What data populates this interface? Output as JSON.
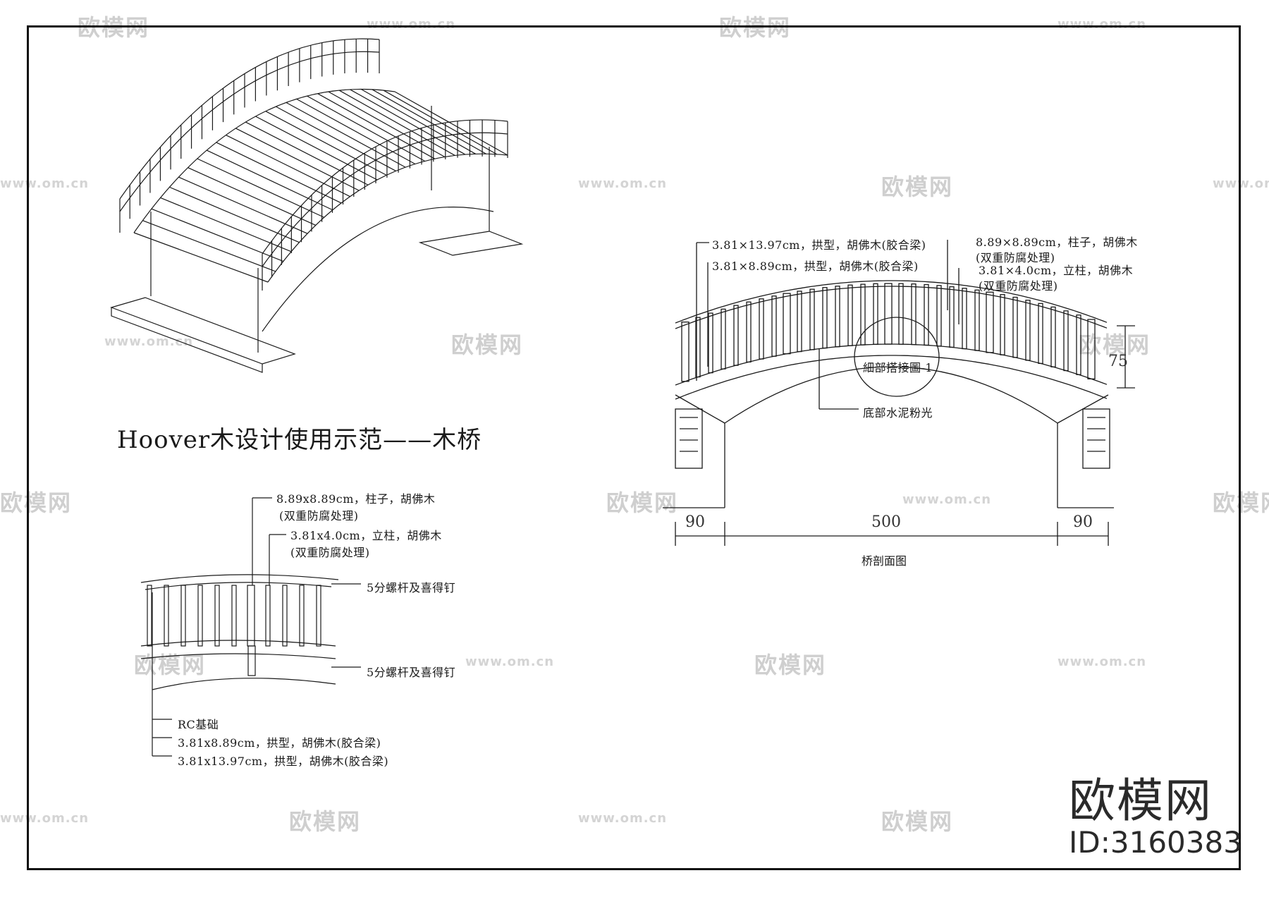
{
  "title": "Hoover木设计使用示范——木桥",
  "section": {
    "labels": {
      "arch_beam_large": "3.81×13.97cm，拱型，胡佛木(胶合梁)",
      "arch_beam_small": "3.81×8.89cm，拱型，胡佛木(胶合梁)",
      "post_main": "8.89×8.89cm，柱子，胡佛木",
      "post_main_note": "(双重防腐处理)",
      "post_small": "3.81×4.0cm，立柱，胡佛木",
      "post_small_note": "(双重防腐处理)",
      "detail_circle": "細部搭接圖-1",
      "cement": "底部水泥粉光",
      "height_dim": "75"
    },
    "dimensions": [
      "90",
      "500",
      "90"
    ],
    "caption": "桥剖面图"
  },
  "detail": {
    "post_main": "8.89x8.89cm，柱子，胡佛木",
    "post_main_note": "(双重防腐处理)",
    "post_small": "3.81x4.0cm，立柱，胡佛木",
    "post_small_note": "(双重防腐处理)",
    "bolt_top": "5分螺杆及喜得钉",
    "bolt_bottom": "5分螺杆及喜得钉",
    "legend": [
      "RC基础",
      "3.81x8.89cm，拱型，胡佛木(胶合梁)",
      "3.81x13.97cm，拱型，胡佛木(胶合梁)"
    ]
  },
  "watermark": {
    "brand_cn": "欧模网",
    "url": "www.om.cn"
  },
  "brand": {
    "name": "欧模网",
    "id": "ID:3160383"
  }
}
